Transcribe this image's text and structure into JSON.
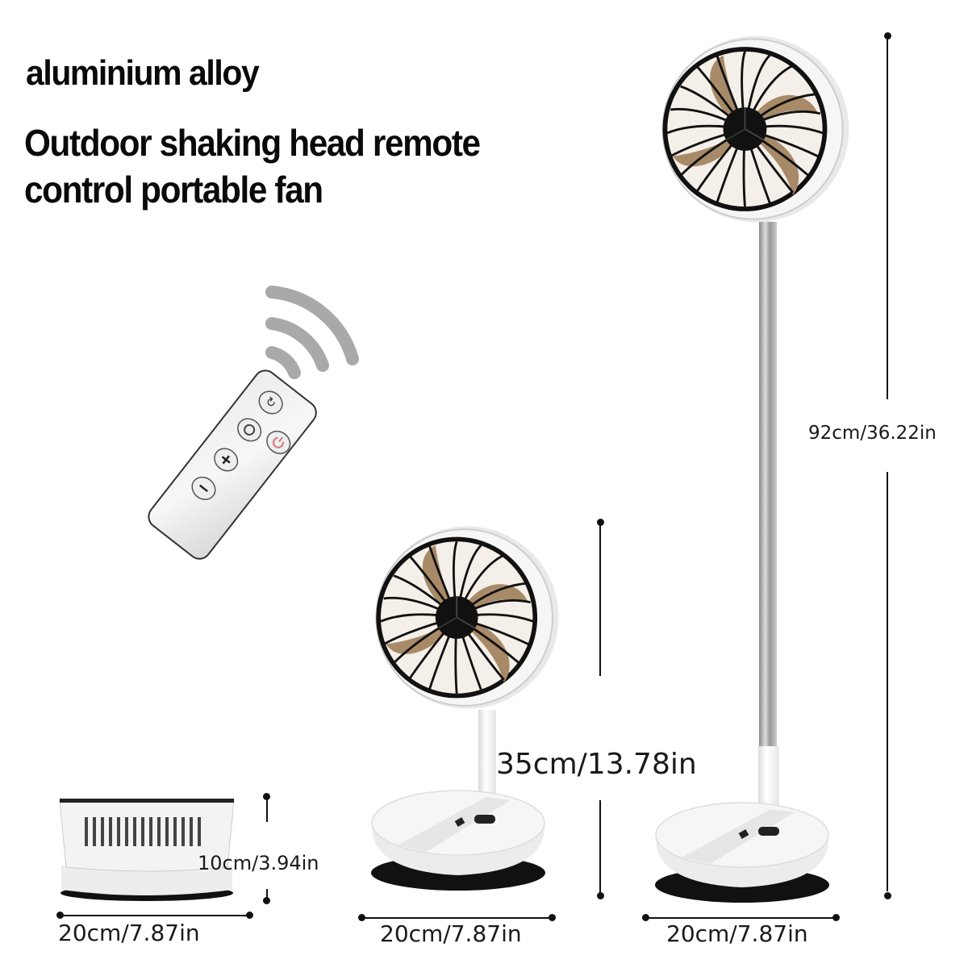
{
  "heading": {
    "material": "aluminium alloy",
    "product_line1": "Outdoor shaking head remote",
    "product_line2": "control portable fan"
  },
  "remote": {
    "buttons": [
      {
        "name": "oscillate",
        "glyph": "↻"
      },
      {
        "name": "timer",
        "glyph": "⏰"
      },
      {
        "name": "power",
        "glyph": "⏻"
      },
      {
        "name": "plus",
        "glyph": "+"
      },
      {
        "name": "minus",
        "glyph": "−"
      }
    ],
    "signal_waves": 3
  },
  "dimensions": {
    "folded_height": "10cm/3.94in",
    "folded_width": "20cm/7.87in",
    "desk_height": "35cm/13.78in",
    "desk_width": "20cm/7.87in",
    "floor_height": "92cm/36.22in",
    "floor_width": "20cm/7.87in"
  },
  "colors": {
    "blade": "#a88a68",
    "grille": "#111111",
    "body": "#f2f2f2",
    "signal": "#a9a9a9",
    "power_accent": "#d47a7a"
  }
}
